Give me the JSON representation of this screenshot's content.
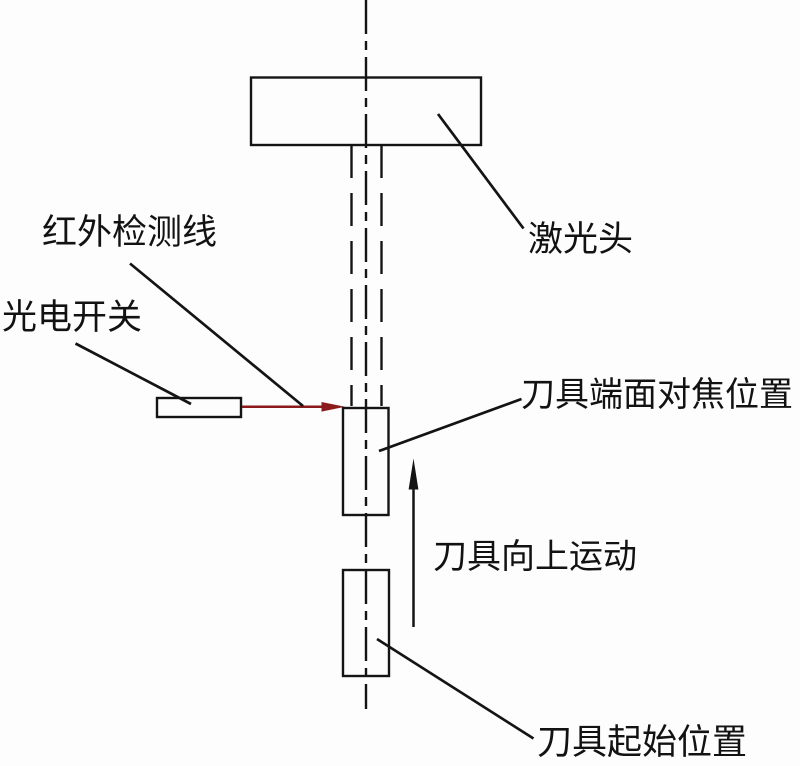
{
  "diagram": {
    "labels": {
      "laser_head": "激光头",
      "infrared_detection_line": "红外检测线",
      "photoelectric_switch": "光电开关",
      "tool_endface_focus_position": "刀具端面对焦位置",
      "tool_upward_motion": "刀具向上运动",
      "tool_start_position": "刀具起始位置"
    },
    "colors": {
      "line": "#141414",
      "infrared_arrow": "#8b1a1a",
      "background": "#fdfdfd"
    }
  }
}
